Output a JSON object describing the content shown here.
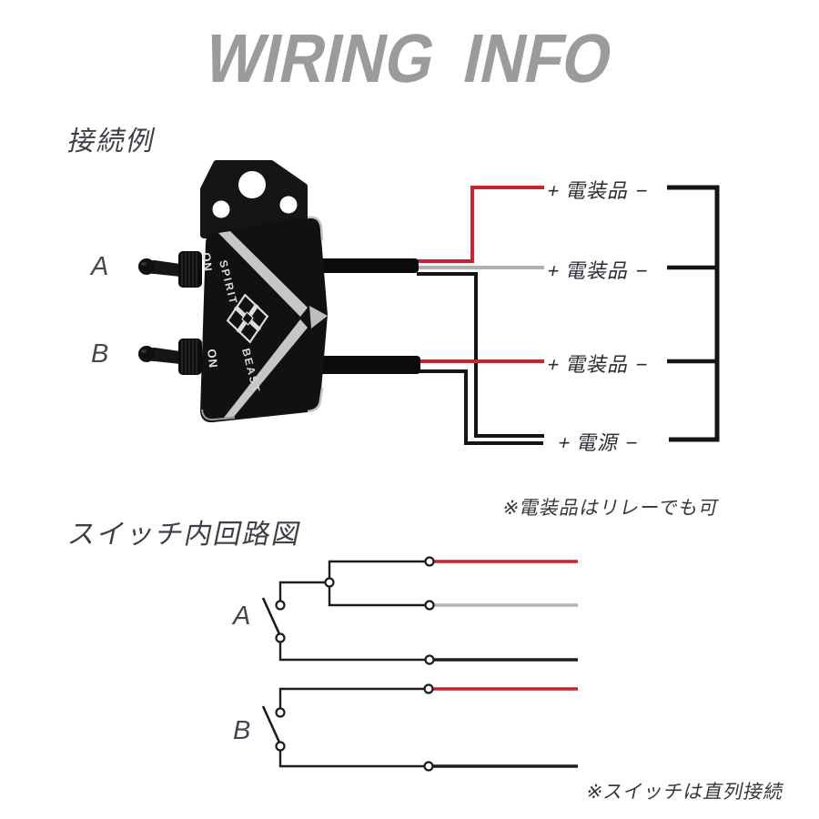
{
  "title": "WIRING INFO",
  "connection": {
    "heading": "接続例",
    "switch_labels": {
      "a": "A",
      "b": "B"
    },
    "device": {
      "brand_line1": "SPIRIT",
      "brand_line2": "BEAST",
      "on_top": "ON",
      "on_bottom": "ON"
    },
    "rows": [
      {
        "label": "+ 電装品 −"
      },
      {
        "label": "+ 電装品 −"
      },
      {
        "label": "+ 電装品 −"
      },
      {
        "label": "+ 電源 −"
      }
    ],
    "note": "※電装品はリレーでも可"
  },
  "circuit": {
    "heading": "スイッチ内回路図",
    "switch_labels": {
      "a": "A",
      "b": "B"
    },
    "note": "※スイッチは直列接続"
  },
  "colors": {
    "title_gray": "#9b9b9b",
    "wire_red": "#c8232e",
    "wire_gray": "#b0b0b0",
    "wire_black": "#141414",
    "silver_accent": "#c6c6c6",
    "text_dark": "#34343c"
  }
}
